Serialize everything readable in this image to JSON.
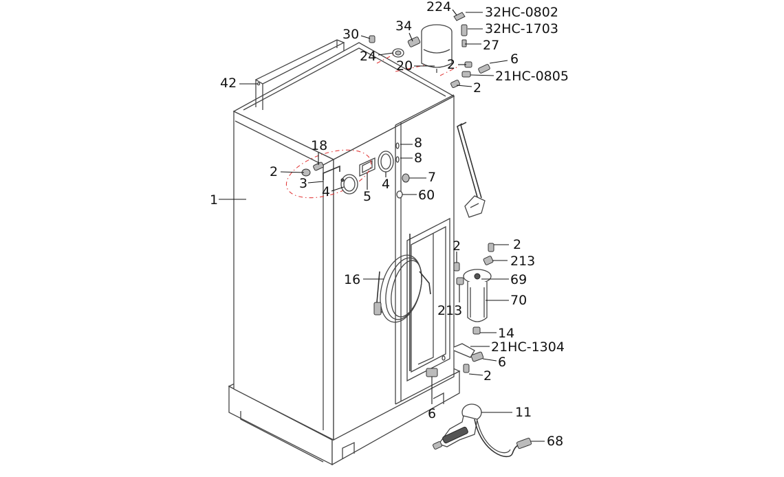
{
  "labels": {
    "l1": "1",
    "l2a": "2",
    "l3": "3",
    "l4a": "4",
    "l5": "5",
    "l18": "18",
    "l4b": "4",
    "l8a": "8",
    "l8b": "8",
    "l7": "7",
    "l60": "60",
    "l42": "42",
    "l30": "30",
    "l24": "24",
    "l34": "34",
    "l20": "20",
    "l224": "224",
    "l32hc0802": "32HC-0802",
    "l32hc1703": "32HC-1703",
    "l27": "27",
    "l2b": "2",
    "l6a": "6",
    "l21hc0805": "21HC-0805",
    "l2c": "2",
    "l16": "16",
    "l2d": "2",
    "l2e": "2",
    "l213a": "213",
    "l69": "69",
    "l70": "70",
    "l213b": "213",
    "l14": "14",
    "l21hc1304": "21HC-1304",
    "l6b": "6",
    "l2f": "2",
    "l6c": "6",
    "l11": "11",
    "l68": "68"
  },
  "colors": {
    "line": "#444444",
    "callout_dash": "#e23b3b",
    "text": "#111111",
    "background": "#ffffff"
  }
}
